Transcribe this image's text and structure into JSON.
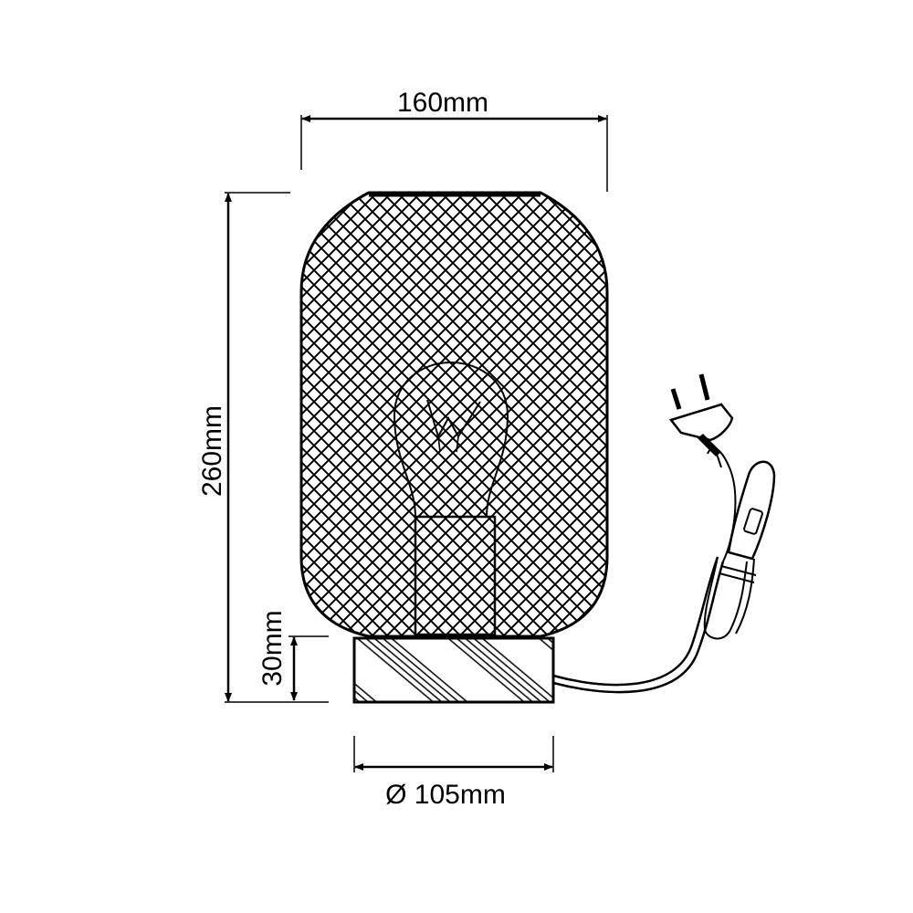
{
  "dimensions": {
    "width": "160mm",
    "height": "260mm",
    "base_height": "30mm",
    "base_diameter": "Ø 105mm"
  },
  "colors": {
    "line": "#000000",
    "background": "#ffffff"
  }
}
